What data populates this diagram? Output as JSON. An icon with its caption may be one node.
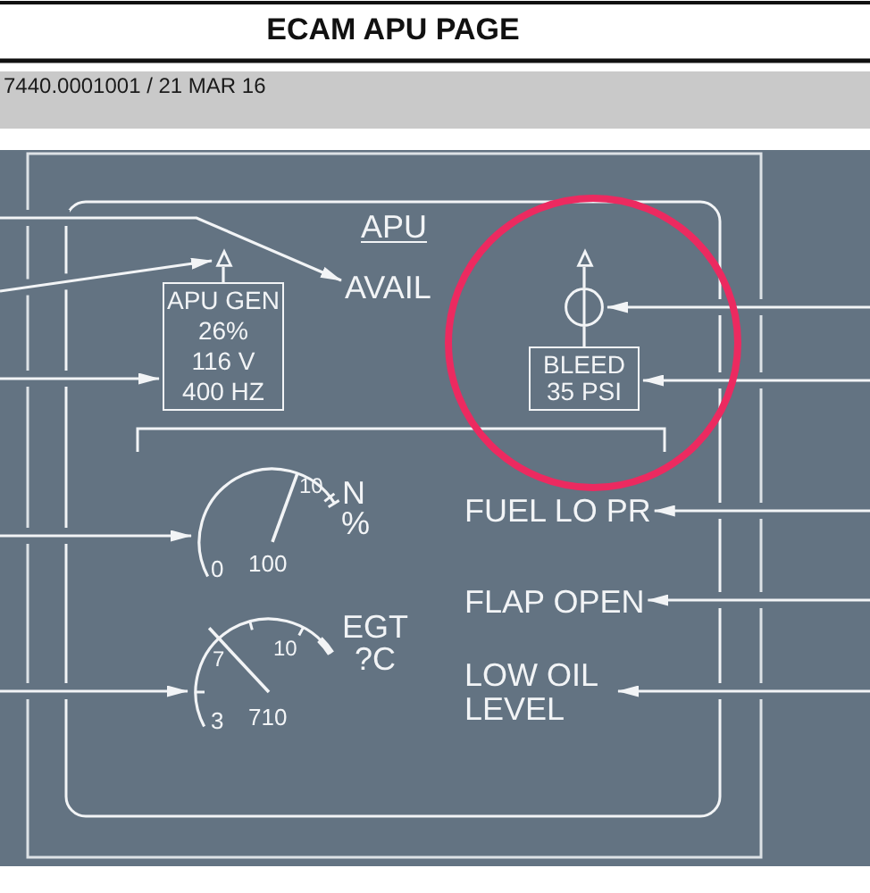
{
  "diagram": {
    "title": "ECAM APU PAGE",
    "nodes": [
      {
        "text": [
          "AVAIL"
        ]
      },
      {
        "text": [],
        "shape": "triangle"
      },
      {
        "text": [
          "APU GEN",
          "26%",
          "116 V",
          "400 HZ"
        ]
      },
      {
        "text": [],
        "shape": "triangle"
      },
      {
        "text": [],
        "shape": "circle"
      },
      {
        "text": [
          "BLEED",
          "35 PSI"
        ]
      },
      {
        "text": [
          "10",
          "N %",
          "0",
          "100"
        ]
      },
      {
        "text": [
          "FUEL LO PR"
        ]
      },
      {
        "text": [
          "FLAP OPEN"
        ]
      },
      {
        "text": [
          "7",
          "10",
          "EGT ?C",
          "3",
          "710"
        ]
      },
      {
        "text": [
          "LOW OIL LEVEL"
        ]
      }
    ],
    "edges": [
      {
        "from": null,
        "to": 0,
        "arrow": "to"
      },
      {
        "from": null,
        "to": 1,
        "arrow": "to"
      },
      {
        "from": null,
        "to": 2,
        "arrow": "to"
      },
      {
        "from": 2,
        "to": 1,
        "arrow": "none"
      },
      {
        "from": 5,
        "to": 4,
        "arrow": "none"
      },
      {
        "from": 4,
        "to": 3,
        "arrow": "none"
      },
      {
        "from": null,
        "to": 4,
        "arrow": "to"
      },
      {
        "from": null,
        "to": 5,
        "arrow": "to"
      },
      {
        "from": null,
        "to": 6,
        "arrow": "to"
      },
      {
        "from": null,
        "to": 7,
        "arrow": "to"
      },
      {
        "from": null,
        "to": 8,
        "arrow": "to"
      },
      {
        "from": null,
        "to": 9,
        "arrow": "to"
      },
      {
        "from": null,
        "to": 10,
        "arrow": "to"
      }
    ],
    "labels": [
      "7440.0001001 / 21 MAR 16",
      "APU"
    ]
  }
}
